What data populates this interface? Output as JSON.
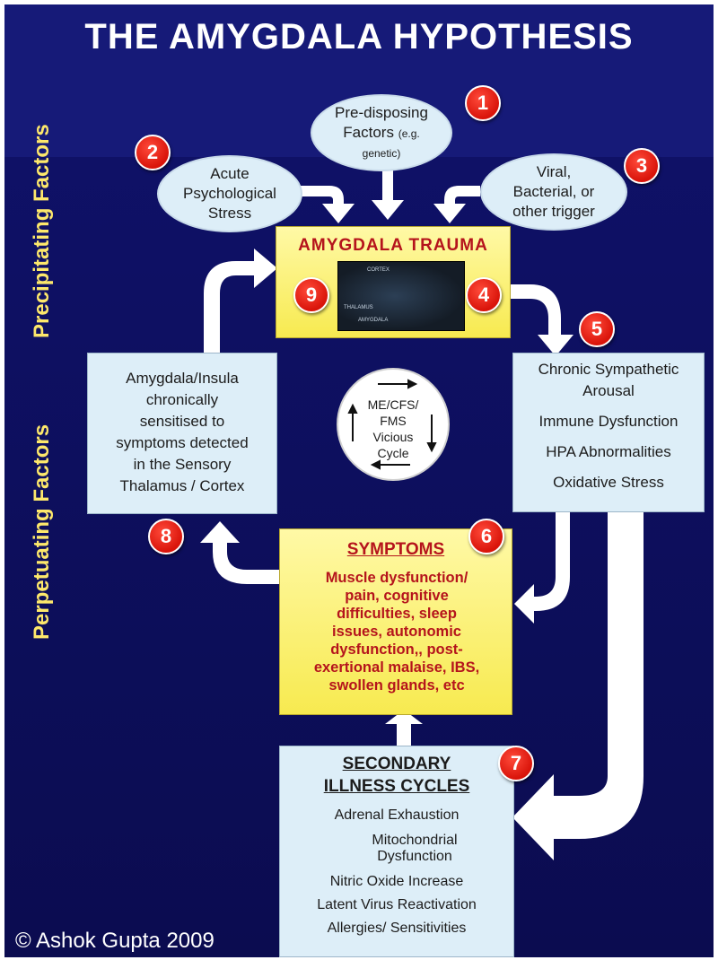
{
  "title": "THE AMYGDALA HYPOTHESIS",
  "side_labels": {
    "precipitating": "Precipitating  Factors",
    "perpetuating": "Perpetuating  Factors"
  },
  "factors": [
    {
      "number": "1",
      "line1": "Pre-disposing",
      "line2": "Factors",
      "line2_small": "(e.g.",
      "line3": "genetic)"
    },
    {
      "number": "2",
      "lines": [
        "Acute",
        "Psychological",
        "Stress"
      ]
    },
    {
      "number": "3",
      "lines": [
        "Viral,",
        "Bacterial, or",
        "other trigger"
      ]
    }
  ],
  "trauma": {
    "title": "AMYGDALA TRAUMA",
    "left_number": "9",
    "right_number": "4",
    "brain_labels": [
      "CORTEX",
      "THALAMUS",
      "AMYGDALA"
    ]
  },
  "right_box": {
    "number": "5",
    "lines": [
      "Chronic Sympathetic",
      "Arousal",
      "Immune Dysfunction",
      "HPA Abnormalities",
      "Oxidative Stress"
    ]
  },
  "left_box": {
    "number": "8",
    "lines": [
      "Amygdala/Insula",
      "chronically",
      "sensitised to",
      "symptoms detected",
      "in the Sensory",
      "Thalamus / Cortex"
    ]
  },
  "cycle": {
    "lines": [
      "ME/CFS/",
      "FMS",
      "Vicious",
      "Cycle"
    ]
  },
  "symptoms": {
    "number": "6",
    "title": "SYMPTOMS",
    "lines": [
      "Muscle dysfunction/",
      "pain, cognitive",
      "difficulties, sleep",
      "issues, autonomic",
      "dysfunction,, post-",
      "exertional malaise, IBS,",
      "swollen glands, etc"
    ]
  },
  "secondary": {
    "number": "7",
    "title_lines": [
      "SECONDARY",
      "ILLNESS CYCLES"
    ],
    "items": [
      "Adrenal Exhaustion",
      "Mitochondrial",
      "Dysfunction",
      "Nitric Oxide Increase",
      "Latent Virus Reactivation",
      "Allergies/ Sensitivities"
    ]
  },
  "copyright": "© Ashok Gupta 2009",
  "colors": {
    "background": "#0e1063",
    "accent_red": "#b5141c",
    "badge_red": "#e0180c",
    "label_yellow": "#fde86b",
    "box_blue": "#ddeef8",
    "box_yellow": "#f7ea50"
  }
}
